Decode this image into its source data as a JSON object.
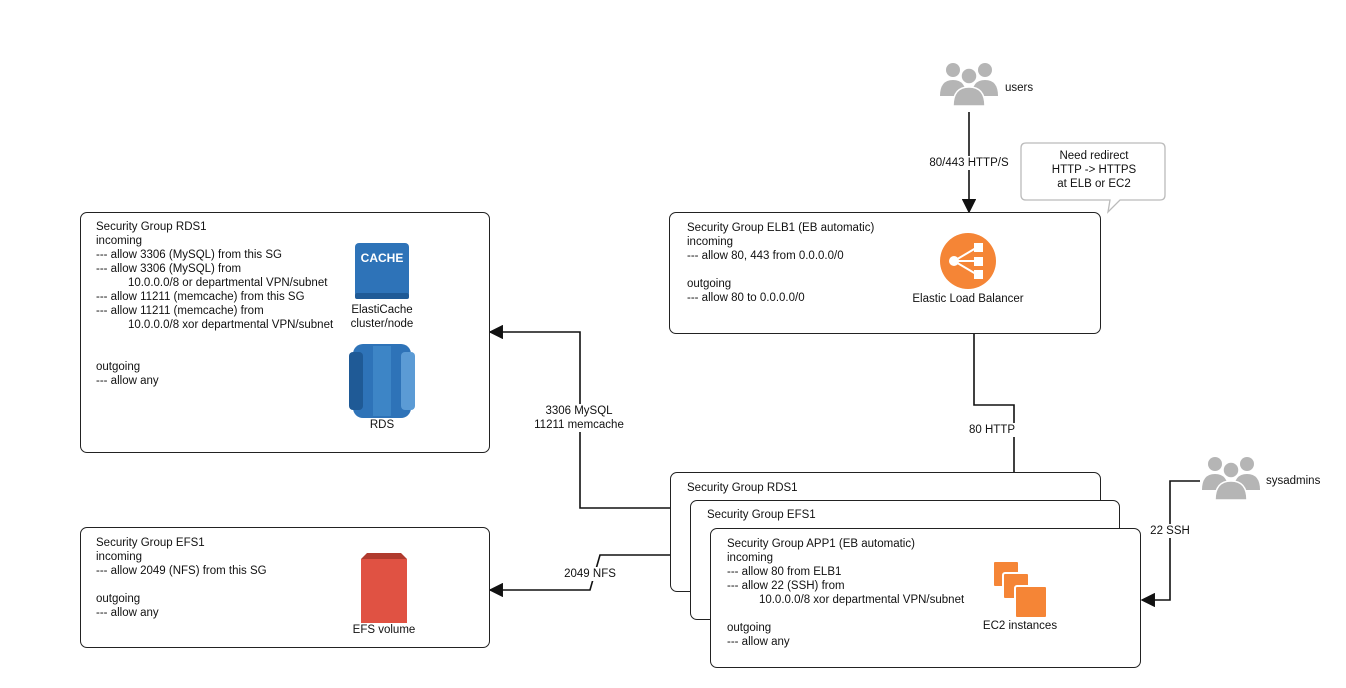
{
  "users": {
    "label": "users"
  },
  "sysadmins": {
    "label": "sysadmins"
  },
  "callout": {
    "text": "Need redirect\nHTTP -> HTTPS\nat ELB or EC2"
  },
  "elb_group": {
    "text": "Security Group ELB1 (EB automatic)\nincoming\n--- allow 80, 443 from 0.0.0.0/0\n\noutgoing\n--- allow 80 to 0.0.0.0/0",
    "icon_label": "Elastic Load Balancer"
  },
  "rds_group": {
    "text": "Security Group RDS1\nincoming\n--- allow 3306 (MySQL) from this SG\n--- allow 3306 (MySQL) from\n          10.0.0.0/8 or departmental VPN/subnet\n--- allow 11211 (memcache) from this SG\n--- allow 11211 (memcache) from\n          10.0.0.0/8 xor departmental VPN/subnet\n\n\noutgoing\n--- allow any",
    "cache_icon_text": "CACHE",
    "cache_label": "ElastiCache\ncluster/node",
    "rds_label": "RDS"
  },
  "efs_group": {
    "text": "Security Group EFS1\nincoming\n--- allow 2049 (NFS) from this SG\n\noutgoing\n--- allow any",
    "icon_label": "EFS volume"
  },
  "stack": {
    "back_title": "Security Group RDS1",
    "middle_title": "Security Group EFS1",
    "app_text": "Security Group APP1 (EB automatic)\nincoming\n--- allow 80 from ELB1\n--- allow 22 (SSH) from\n          10.0.0.0/8 xor departmental VPN/subnet\n\noutgoing\n--- allow any",
    "icon_label": "EC2 instances"
  },
  "edges": {
    "users_to_elb": "80/443 HTTP/S",
    "elb_to_app": "80 HTTP",
    "app_to_rds": "3306 MySQL\n11211 memcache",
    "app_to_efs": "2049 NFS",
    "sysadmins_to_app": "22 SSH"
  },
  "colors": {
    "elb_orange": "#f58536",
    "aws_blue": "#2e73b8",
    "efs_red": "#e05243",
    "ec2_orange": "#f58536",
    "people_gray": "#b5b5b5"
  }
}
